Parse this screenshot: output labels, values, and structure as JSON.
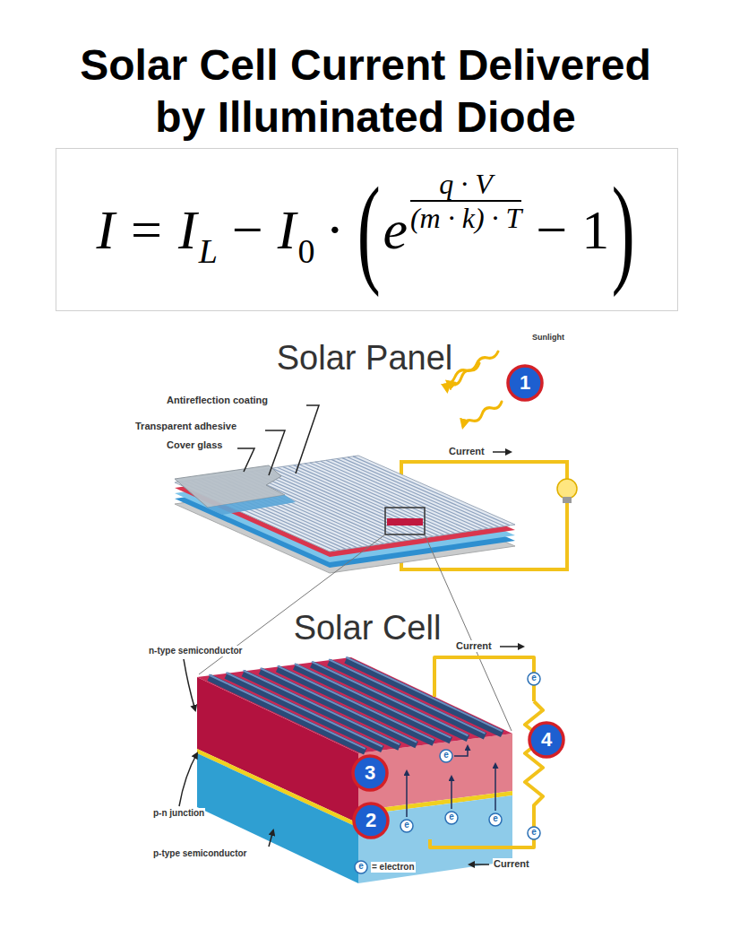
{
  "diagram": {
    "title": "Solar Cell Current Delivered by Illuminated Diode",
    "nodes": [
      {
        "text": [
          "I",
          "=",
          "I",
          "L",
          "−",
          "I",
          "0",
          "·",
          "(",
          "e",
          "q · V",
          "(m · k) · T",
          "−",
          "1",
          ")"
        ]
      },
      {
        "text": [
          "1"
        ]
      },
      {
        "text": [
          "e"
        ]
      },
      {
        "text": [
          "4"
        ]
      },
      {
        "text": [
          "e"
        ]
      },
      {
        "text": [
          "3"
        ]
      },
      {
        "text": [
          "e"
        ]
      },
      {
        "text": [
          "e"
        ]
      },
      {
        "text": [
          "2"
        ]
      },
      {
        "text": [
          "e"
        ]
      },
      {
        "text": [
          "e"
        ]
      },
      {
        "text": [
          "e"
        ]
      }
    ],
    "labels": [
      "Solar Panel",
      "Sunlight",
      "Antireflection coating",
      "Transparent adhesive",
      "Cover glass",
      "Current",
      "Solar Cell",
      "n-type semiconductor",
      "Current",
      "p-n junction",
      "p-type semiconductor",
      "= electron",
      "Current"
    ]
  }
}
